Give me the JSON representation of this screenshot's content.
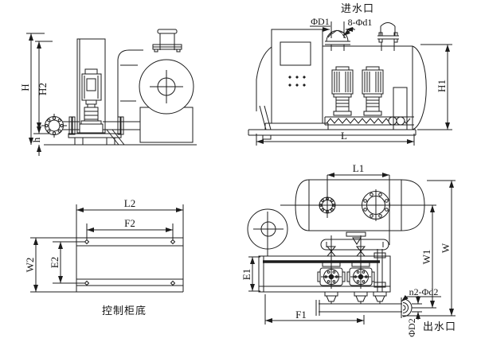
{
  "colors": {
    "line": "#1c1c1c",
    "background": "#ffffff"
  },
  "views": {
    "side_elevation": {
      "labels": {
        "total_height": "H",
        "cabinet_height": "H2",
        "base_height": "h"
      }
    },
    "front_elevation": {
      "labels": {
        "inlet": "进水口",
        "phi_D1": "ΦD1",
        "bolt_holes": "8-Φd1",
        "height": "H1",
        "length": "L"
      }
    },
    "cabinet_base_plan": {
      "labels": {
        "length": "L2",
        "hole_span_x": "F2",
        "hole_span_y": "E2",
        "width": "W2",
        "caption": "控制柜底"
      }
    },
    "system_plan": {
      "labels": {
        "flange_span": "L1",
        "skid_width": "E1",
        "pump_span": "F1",
        "width_inner": "W1",
        "width_total": "W",
        "outlet_holes": "n2-Φd2",
        "outlet_dia": "ΦD2",
        "outlet": "出水口"
      }
    }
  }
}
